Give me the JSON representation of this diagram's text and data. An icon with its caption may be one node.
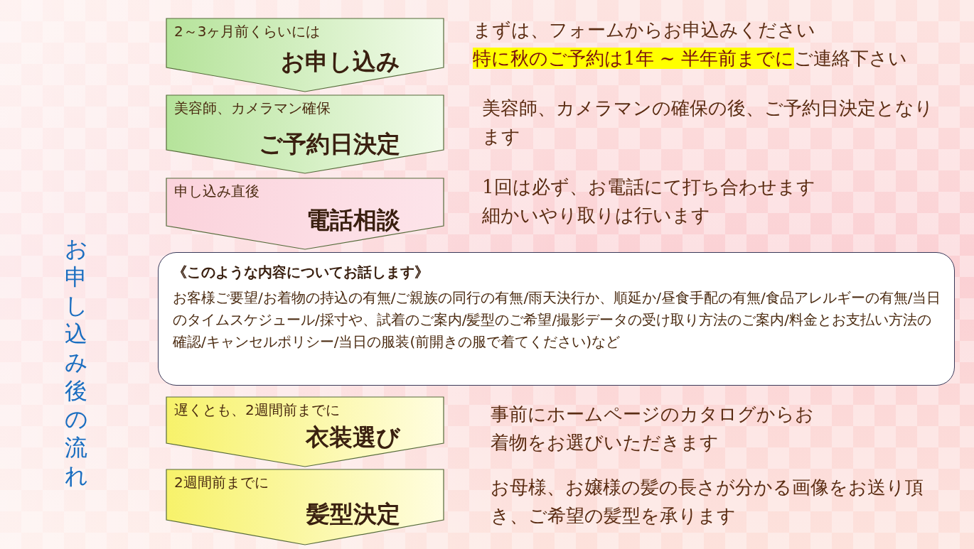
{
  "diagram": {
    "title": "お申し込み後の流れ",
    "nodes": [
      {
        "text": [
          "2～3ヶ月前くらいには",
          "お申し込み"
        ]
      },
      {
        "text": [
          "美容師、カメラマン確保",
          "ご予約日決定"
        ]
      },
      {
        "text": [
          "申し込み直後",
          "電話相談"
        ]
      },
      {
        "text": [
          "《このような内容についてお話します》",
          "お客様ご要望/お着物の持込の有無/ご親族の同行の有無/雨天決行か、順延か/昼食手配の有無/食品アレルギーの有無/当日のタイムスケジュール/採寸や、試着のご案内/髪型のご希望/撮影データの受け取り方法のご案内/料金とお支払い方法の確認/キャンセルポリシー/当日の服装(前開きの服で着てください)など"
        ]
      },
      {
        "text": [
          "遅くとも、2週間前までに",
          "衣装選び"
        ]
      },
      {
        "text": [
          "2週間前までに",
          "髪型決定"
        ]
      }
    ],
    "labels": [
      "まずは、フォームからお申込みください",
      "**特に秋のご予約は1年 ~ 半年前までに**ご連絡下さい",
      "美容師、カメラマンの確保の後、ご予約日決定となります",
      "1回は必ず、お電話にて打ち合わせます",
      "細かいやり取りは行います",
      "事前にホームページのカタログからお着物をお選びいただきます",
      "お母様、お嬢様の髪の長さが分かる画像をお送り頂き、ご希望の髪型を承ります"
    ]
  }
}
